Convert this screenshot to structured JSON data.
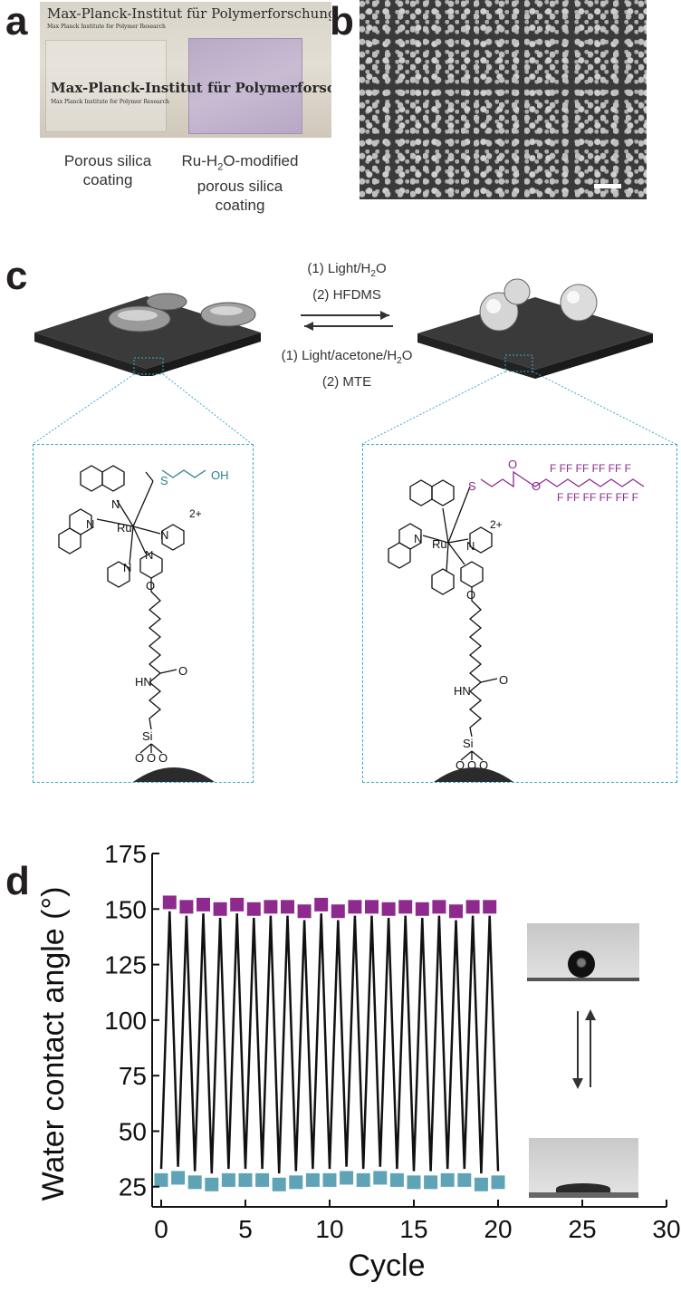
{
  "panels": {
    "a": "a",
    "b": "b",
    "c": "c",
    "d": "d"
  },
  "panel_a": {
    "photo_header": "Max-Planck-Institut für Polymerforschung",
    "photo_subheader": "Max Planck Institute for Polymer Research",
    "photo_header_mid": "Max-Planck-Institut für Polymerforschung",
    "photo_subheader_mid": "Max Planck Institute for Polymer Research",
    "caption_left_line1": "Porous silica",
    "caption_left_line2": "coating",
    "caption_right_line1_pre": "Ru-H",
    "caption_right_sub": "2",
    "caption_right_line1_post": "O-modified",
    "caption_right_line2": "porous silica",
    "caption_right_line3": "coating"
  },
  "panel_c": {
    "forward_1_pre": "(1) Light/H",
    "forward_1_sub": "2",
    "forward_1_post": "O",
    "forward_2": "(2) HFDMS",
    "reverse_1_pre": "(1) Light/acetone/H",
    "reverse_1_sub": "2",
    "reverse_1_post": "O",
    "reverse_2": "(2) MTE",
    "left_ligand": "OH",
    "right_ligand_fluorines": "F FF FF FF FF F",
    "right_ligand_fluorines_2": "F FF FF FF FF F",
    "ru": "Ru",
    "charge": "2+",
    "s": "S",
    "si": "Si",
    "hn": "HN",
    "o": "O",
    "n": "N",
    "accent_left": "#2a7f8f",
    "accent_right": "#8e2a8e"
  },
  "chart_data": {
    "type": "scatter",
    "xlabel": "Cycle",
    "ylabel": "Water contact angle (°)",
    "xlim": [
      0,
      30
    ],
    "ylim": [
      20,
      175
    ],
    "xticks": [
      0,
      5,
      10,
      15,
      20,
      25,
      30
    ],
    "yticks": [
      25,
      50,
      75,
      100,
      125,
      150,
      175
    ],
    "series": [
      {
        "color": "#8e2a8e",
        "x": [
          0.5,
          1.5,
          2.5,
          3.5,
          4.5,
          5.5,
          6.5,
          7.5,
          8.5,
          9.5,
          10.5,
          11.5,
          12.5,
          13.5,
          14.5,
          15.5,
          16.5,
          17.5,
          18.5,
          19.5
        ],
        "y": [
          153,
          151,
          152,
          150,
          152,
          150,
          151,
          151,
          149,
          152,
          149,
          151,
          151,
          150,
          151,
          150,
          151,
          149,
          151,
          151
        ]
      },
      {
        "color": "#5fa3b7",
        "x": [
          0,
          1,
          2,
          3,
          4,
          5,
          6,
          7,
          8,
          9,
          10,
          11,
          12,
          13,
          14,
          15,
          16,
          17,
          18,
          19,
          20
        ],
        "y": [
          28,
          29,
          27,
          26,
          28,
          28,
          28,
          26,
          27,
          28,
          28,
          29,
          28,
          29,
          28,
          27,
          27,
          28,
          28,
          26,
          27
        ]
      }
    ],
    "zigzag_line_color": "#111111"
  }
}
